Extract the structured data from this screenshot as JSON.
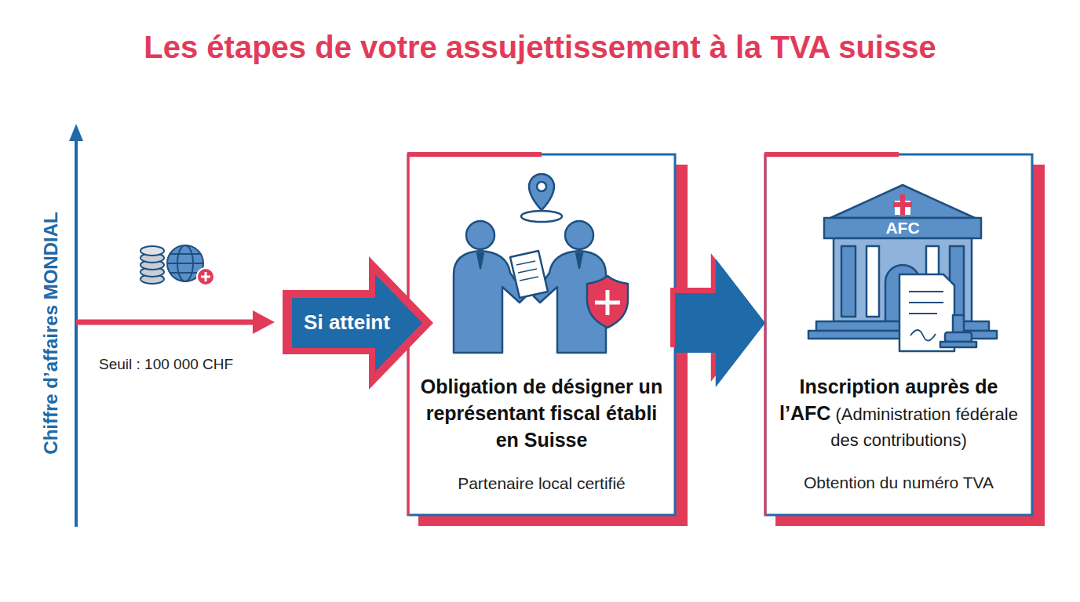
{
  "diagram": {
    "title": "Les étapes de votre assujettissement à la TVA suisse",
    "nodes": [
      {
        "text": [
          "Obligation de désigner un représentant fiscal établi en Suisse",
          "Partenaire local certifié"
        ]
      },
      {
        "text": [
          "Inscription auprès de l’AFC",
          "(Administration fédérale des contributions)",
          "Obtention du numéro TVA"
        ]
      }
    ],
    "edges": [
      {
        "from": 0,
        "to": 1,
        "arrow": "to"
      }
    ],
    "labels": [
      "Chiffre d’affaires MONDIAL",
      "Seuil : 100 000 CHF",
      "Si atteint",
      "AFC"
    ]
  }
}
